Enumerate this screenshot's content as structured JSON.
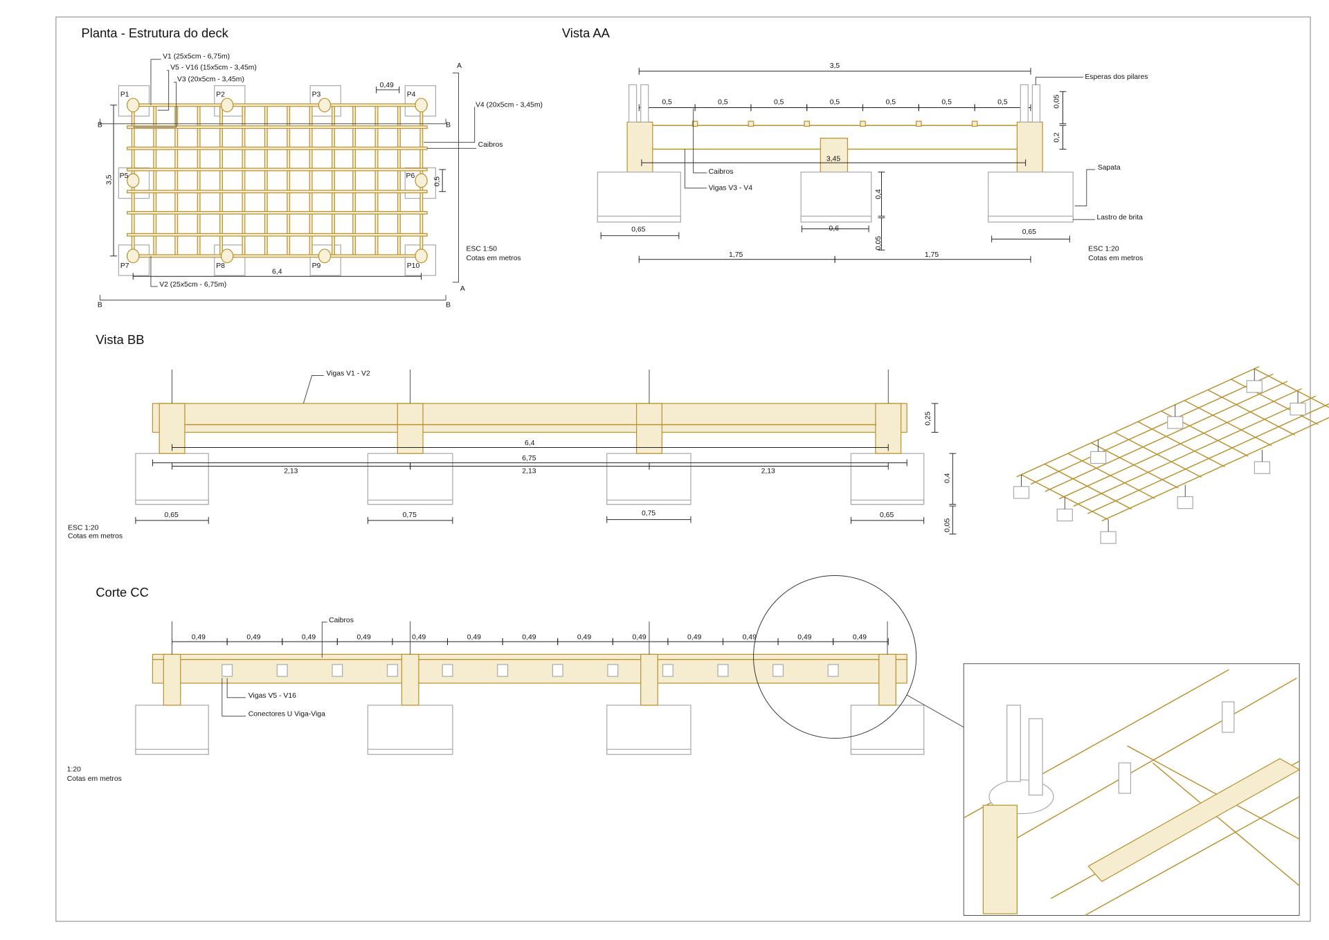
{
  "planta": {
    "title": "Planta - Estrutura do deck",
    "v1": "V1 (25x5cm - 6,75m)",
    "v5_v16": "V5 - V16 (15x5cm - 3,45m)",
    "v3": "V3 (20x5cm - 3,45m)",
    "v4": "V4 (20x5cm - 3,45m)",
    "v2": "V2 (25x5cm - 6,75m)",
    "caibros": "Caibros",
    "pillars": [
      "P1",
      "P2",
      "P3",
      "P4",
      "P5",
      "P6",
      "P7",
      "P8",
      "P9",
      "P10"
    ],
    "dim_spacing": "0,49",
    "dim_width": "3,5",
    "dim_caibro": "0,5",
    "dim_length": "6,4",
    "section_a": "A",
    "section_b": "B",
    "scale": "ESC 1:50",
    "units": "Cotas em metros"
  },
  "vista_aa": {
    "title": "Vista AA",
    "dim_total": "3,5",
    "dim_spacings": [
      "0,5",
      "0,5",
      "0,5",
      "0,5",
      "0,5",
      "0,5",
      "0,5"
    ],
    "dim_beam": "3,45",
    "dim_post": "0,05",
    "dim_height": "0,2",
    "dim_footing_h": "0,4",
    "dim_lastro": "0,05",
    "footings": [
      "0,65",
      "0,6",
      "0,65"
    ],
    "dim_spans": [
      "1,75",
      "1,75"
    ],
    "esperas": "Esperas dos pilares",
    "caibros": "Caibros",
    "vigas": "Vigas V3 - V4",
    "sapata": "Sapata",
    "lastro": "Lastro de brita",
    "scale": "ESC 1:20",
    "units": "Cotas em metros"
  },
  "vista_bb": {
    "title": "Vista BB",
    "vigas": "Vigas V1 - V2",
    "dim_inner": "6,4",
    "dim_total": "6,75",
    "dim_spans": [
      "2,13",
      "2,13",
      "2,13"
    ],
    "footings": [
      "0,65",
      "0,75",
      "0,75",
      "0,65"
    ],
    "dim_beam_h": "0,25",
    "dim_footing_h": "0,4",
    "dim_lastro": "0,05",
    "scale": "ESC 1:20",
    "units": "Cotas em metros"
  },
  "corte_cc": {
    "title": "Corte CC",
    "caibros": "Caibros",
    "dim_spacings": [
      "0,49",
      "0,49",
      "0,49",
      "0,49",
      "0,49",
      "0,49",
      "0,49",
      "0,49",
      "0,49",
      "0,49",
      "0,49",
      "0,49",
      "0,49"
    ],
    "vigas": "Vigas V5 - V16",
    "conectores": "Conectores U Viga-Viga",
    "scale": "1:20",
    "units": "Cotas em metros"
  }
}
